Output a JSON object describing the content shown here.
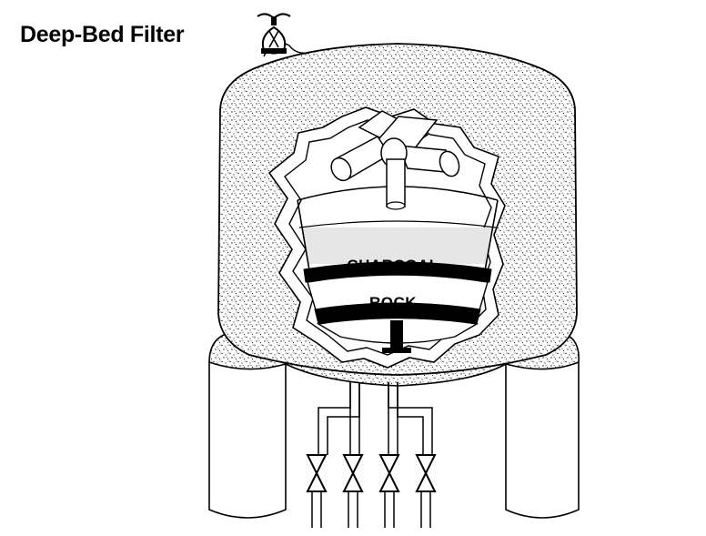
{
  "title": "Deep-Bed Filter",
  "labels": {
    "charcoal": "CHARCOAL",
    "rock": "ROCK"
  },
  "colors": {
    "ink": "#000000",
    "paper": "#ffffff",
    "speckle": "#555555"
  },
  "icons": {
    "handwheel": "valve-handwheel-icon",
    "valves": "gate-valve-icon"
  }
}
